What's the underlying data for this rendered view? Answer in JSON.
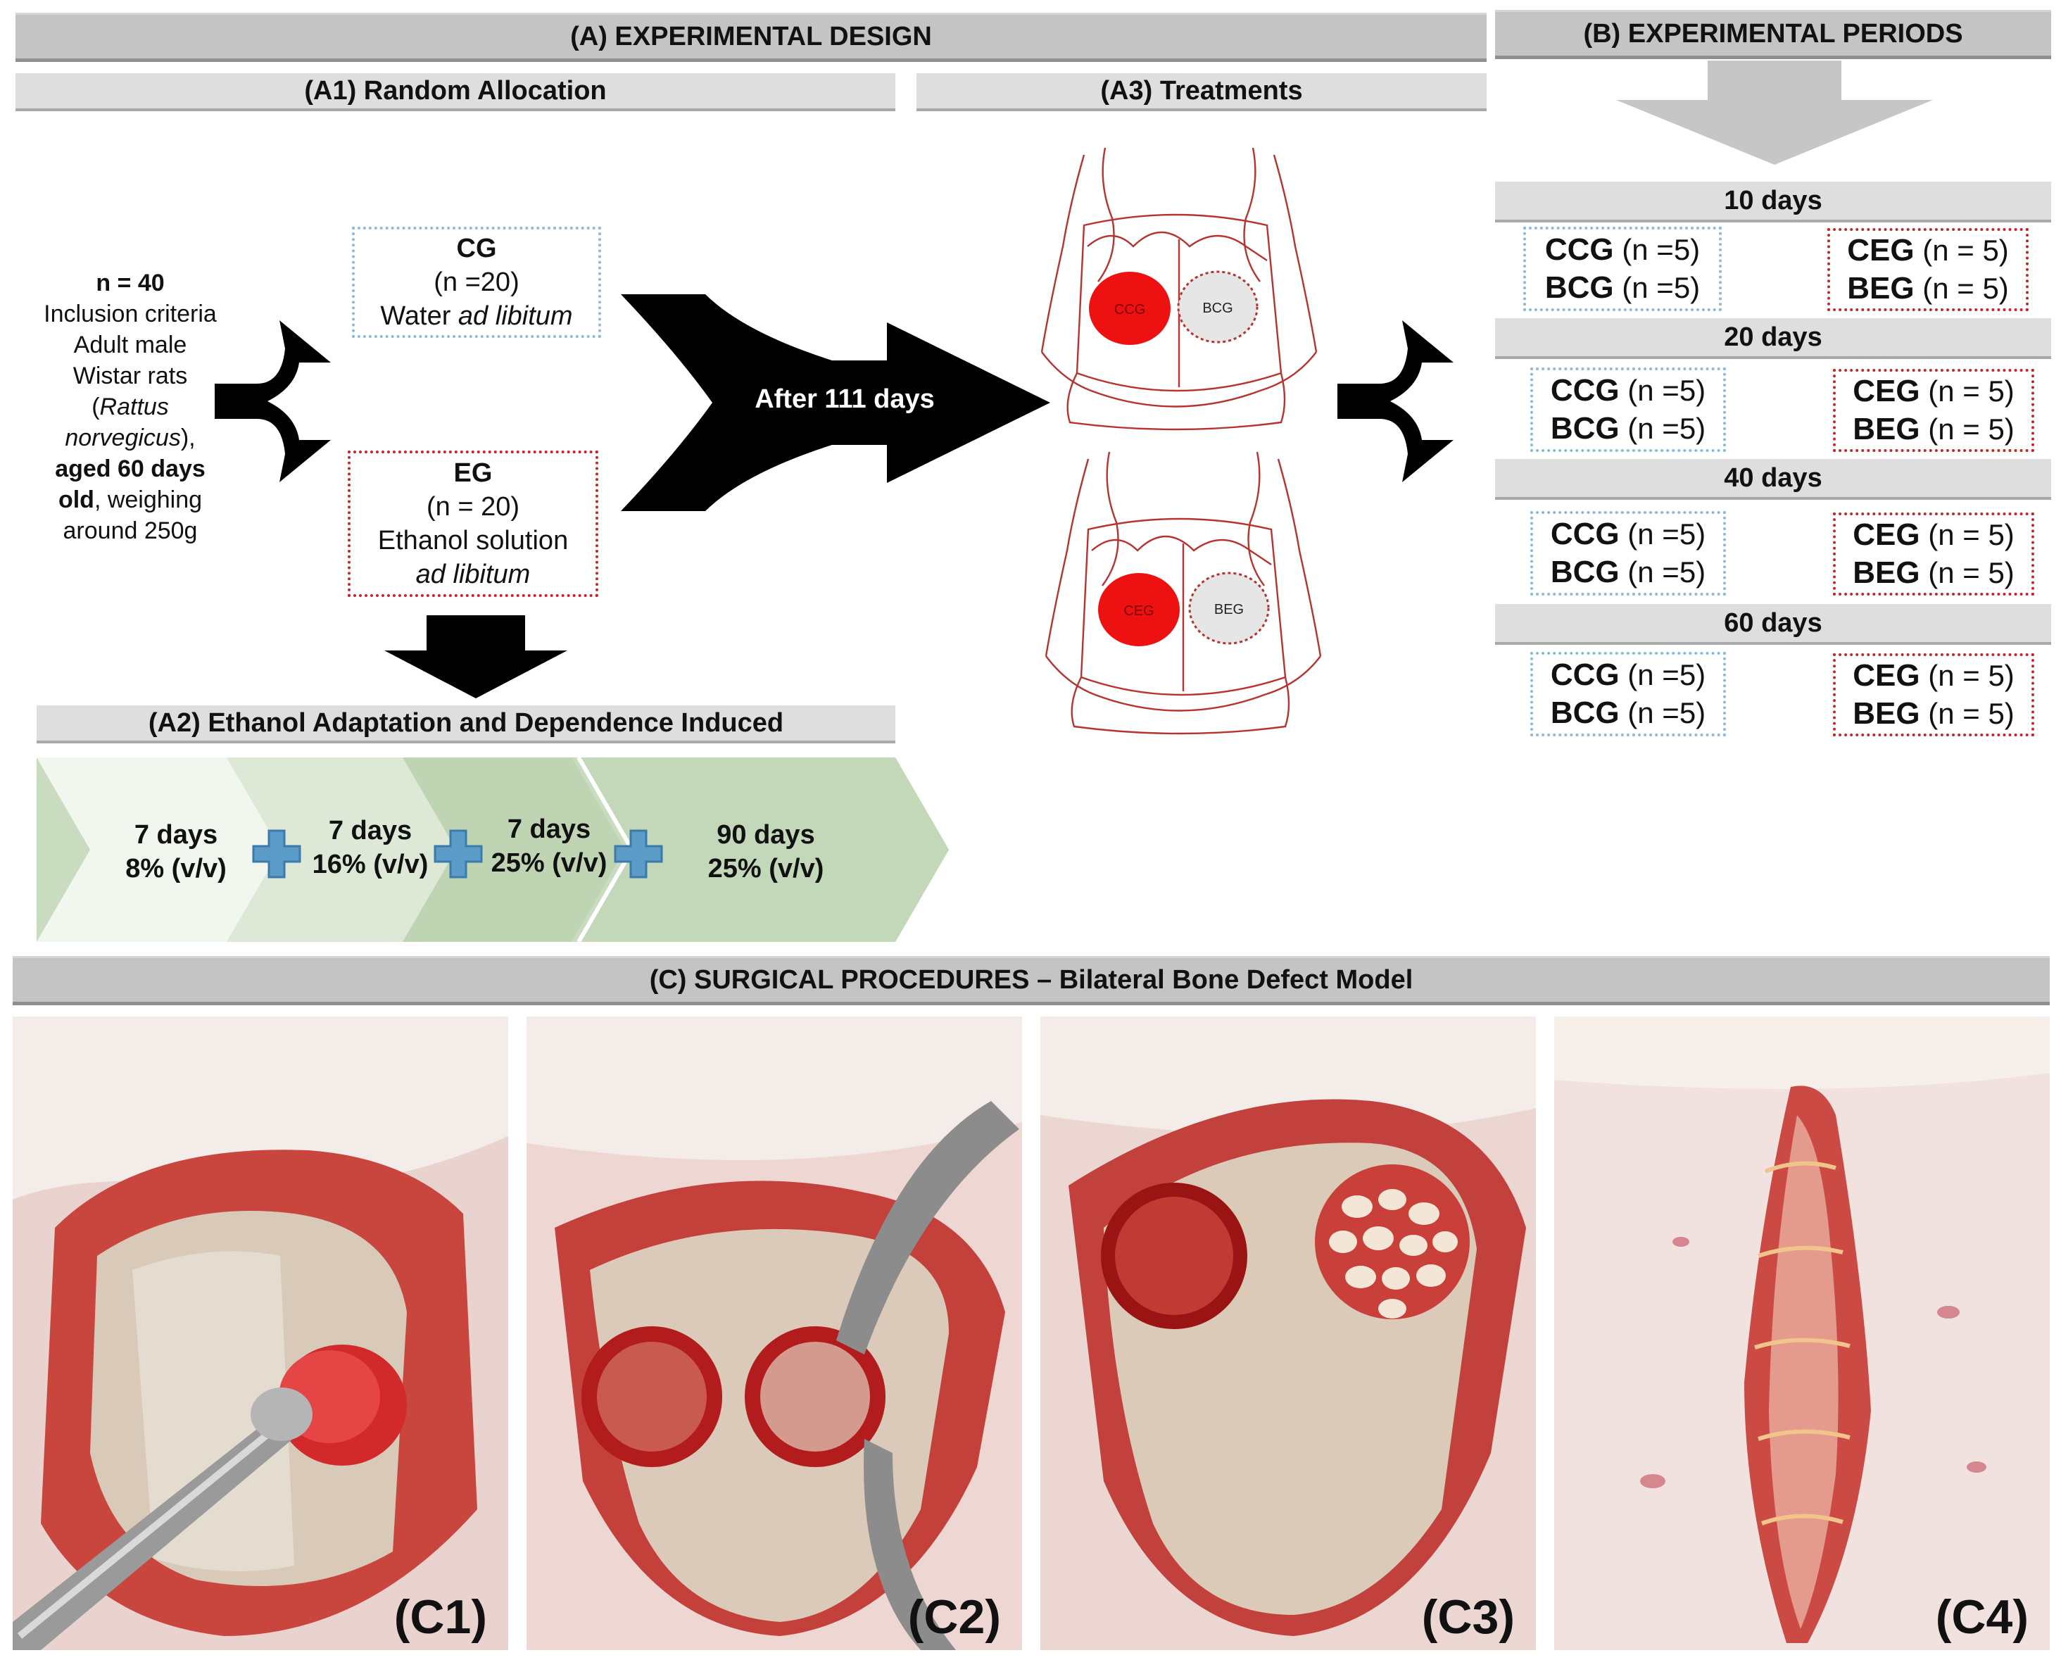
{
  "section_a": {
    "title": "(A) EXPERIMENTAL DESIGN",
    "a1_title": "(A1) Random Allocation",
    "a2_title": "(A2) Ethanol Adaptation and Dependence Induced",
    "a3_title": "(A3) Treatments",
    "population": {
      "n": "n = 40",
      "line1": "Inclusion criteria",
      "line2": "Adult male",
      "line3": "Wistar rats",
      "species_open": "(",
      "species_italic1": "Rattus",
      "species_italic2": "norvegicus",
      "species_close": "),",
      "aged_bold1": "aged 60 days",
      "aged_bold2": "old",
      "weighing": ", weighing",
      "around": "around 250g"
    },
    "cg": {
      "name": "CG",
      "n": "(n =20)",
      "water": "Water ",
      "ad_lib": "ad libitum"
    },
    "eg": {
      "name": "EG",
      "n": "(n = 20)",
      "solution": "Ethanol solution",
      "ad_lib": "ad libitum"
    },
    "after_label": "After 111 days",
    "adaptation_steps": [
      {
        "days": "7 days",
        "conc": "8% (v/v)"
      },
      {
        "days": "7 days",
        "conc": "16% (v/v)"
      },
      {
        "days": "7 days",
        "conc": "25% (v/v)"
      },
      {
        "days": "90 days",
        "conc": "25% (v/v)"
      }
    ],
    "treatment_labels": {
      "top_left": "CCG",
      "top_right": "BCG",
      "bottom_left": "CEG",
      "bottom_right": "BEG"
    }
  },
  "section_b": {
    "title": "(B) EXPERIMENTAL PERIODS",
    "periods": [
      {
        "label": "10 days",
        "ccg": "CCG",
        "ccg_n": " (n =5)",
        "bcg": "BCG",
        "bcg_n": " (n =5)",
        "ceg": "CEG",
        "ceg_n": "  (n = 5)",
        "beg": "BEG",
        "beg_n": " (n = 5)"
      },
      {
        "label": "20 days",
        "ccg": "CCG",
        "ccg_n": " (n =5)",
        "bcg": "BCG",
        "bcg_n": " (n =5)",
        "ceg": "CEG",
        "ceg_n": "  (n = 5)",
        "beg": "BEG",
        "beg_n": " (n = 5)"
      },
      {
        "label": "40 days",
        "ccg": "CCG",
        "ccg_n": " (n =5)",
        "bcg": "BCG",
        "bcg_n": " (n =5)",
        "ceg": "CEG",
        "ceg_n": "  (n = 5)",
        "beg": "BEG",
        "beg_n": " (n = 5)"
      },
      {
        "label": "60 days",
        "ccg": "CCG",
        "ccg_n": " (n =5)",
        "bcg": "BCG",
        "bcg_n": " (n =5)",
        "ceg": "CEG",
        "ceg_n": "  (n = 5)",
        "beg": "BEG",
        "beg_n": " (n = 5)"
      }
    ]
  },
  "section_c": {
    "title": "(C) SURGICAL PROCEDURES – Bilateral Bone Defect Model",
    "photos": [
      "(C1)",
      "(C2)",
      "(C3)",
      "(C4)"
    ]
  },
  "colors": {
    "header_dark": "#c4c4c4",
    "header_light": "#dedede",
    "arrow_black": "#000000",
    "plus_blue": "#5b9bc8",
    "control_border": "#8bbbd8",
    "ethanol_border": "#c0282d",
    "defect_red": "#ee1111",
    "skull_line": "#b8332f",
    "chevron_green": "#c9dcc0"
  }
}
